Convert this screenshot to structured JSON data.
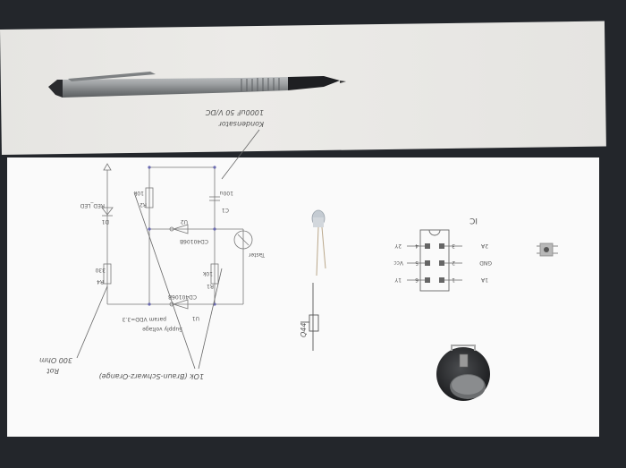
{
  "photo": {
    "handwriting": {
      "capacitor_note": [
        "Kondensator",
        "1000uF 50 V/DC"
      ],
      "bottom_note": "1Ok (Braun-Schwarz-Orange)",
      "left_note": [
        "300 Ohm",
        "Rot"
      ],
      "led_note": "Q44"
    },
    "schematic": {
      "labels": {
        "d1": "D1",
        "red_led": "RED_LED",
        "r2": "R2",
        "r2_value": "10k",
        "c1": "C1",
        "c1_value": "100u",
        "u2": "U2",
        "u2_part": "CD40106B",
        "taster": "Taster",
        "r4": "R4",
        "r4_value": "330",
        "r1": "R1",
        "r1_value": "10k",
        "u1": "U1",
        "u1_part": "CD40106B",
        "supply_line1": "Supply voltage",
        "supply_line2": "param VDD=3.3"
      }
    },
    "ic": {
      "title": "IC",
      "pin_labels": [
        "2A",
        "GND",
        "1A",
        "2Y",
        "Vcc",
        "1Y"
      ],
      "pin_numbers": [
        "3",
        "2",
        "1",
        "4",
        "5",
        "6"
      ]
    },
    "colors": {
      "desk": "#23262b",
      "paper": "#fafafa",
      "pen_metal": "#8f9294",
      "pen_black": "#1e1f22",
      "ink": "#555555"
    }
  }
}
